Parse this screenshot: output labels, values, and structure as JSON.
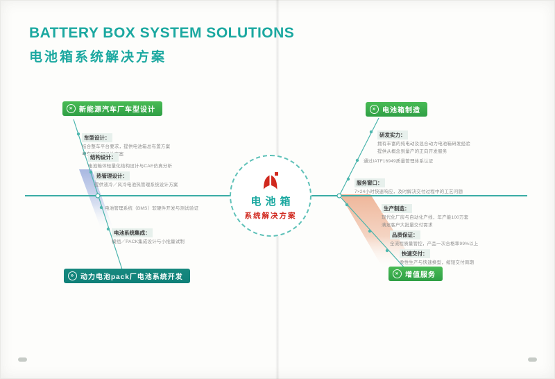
{
  "colors": {
    "teal": "#1ba8a0",
    "teal-dark": "#0f8078",
    "green": "#3bb14c",
    "red": "#d0281e",
    "line": "#45b3aa",
    "text-gray": "#8f8f8f",
    "title-gray": "#3c3c3c"
  },
  "header": {
    "title_en": "BATTERY BOX SYSTEM SOLUTIONS",
    "title_zh": "电池箱系统解决方案"
  },
  "center_circle": {
    "logo_icon": "open-book-brand-mark",
    "line1": "电池箱",
    "line2": "系统解决方案"
  },
  "icons": {
    "pill_badge": "»"
  },
  "branches": {
    "top_left": {
      "label": "新能源汽车厂车型设计",
      "items": [
        {
          "title": "车型设计：",
          "lines": [
            "结合整车平台要求，提供电池箱总布置方案",
            "与车型适配设计方案"
          ]
        },
        {
          "title": "结构设计：",
          "lines": [
            "电池箱体轻量化结构设计与CAE仿真分析"
          ]
        },
        {
          "title": "热管理设计：",
          "lines": [
            "提供液冷／风冷电池热管理系统设计方案"
          ]
        }
      ]
    },
    "bottom_left": {
      "label": "动力电池pack厂电池系统开发",
      "items": [
        {
          "title": "",
          "lines": [
            "电池管理系统（BMS）软硬件开发与测试验证"
          ]
        },
        {
          "title": "电池系统集成：",
          "lines": [
            "模组／PACK集成设计与小批量试制"
          ]
        }
      ]
    },
    "top_right": {
      "label": "电池箱制造",
      "items": [
        {
          "title": "研发实力：",
          "lines": [
            "拥有丰富的纯电动及混合动力电池箱研发经验",
            "提供从概念到量产的正向开发服务"
          ]
        },
        {
          "title": "",
          "lines": [
            "通过IATF16949质量管理体系认证"
          ]
        },
        {
          "title": "服务窗口：",
          "lines": [
            "7×24小时快速响应，及时解决交付过程中的工艺问题"
          ]
        }
      ]
    },
    "bottom_right": {
      "label": "增值服务",
      "items": [
        {
          "title": "生产制造：",
          "lines": [
            "现代化厂房与自动化产线，年产能100万套",
            "满足客户大批量交付需求"
          ]
        },
        {
          "title": "品质保证：",
          "lines": [
            "全流程质量管控，产品一次合格率99%以上"
          ]
        },
        {
          "title": "快速交付：",
          "lines": [
            "柔性生产与快速换型，缩短交付周期"
          ]
        }
      ]
    }
  }
}
